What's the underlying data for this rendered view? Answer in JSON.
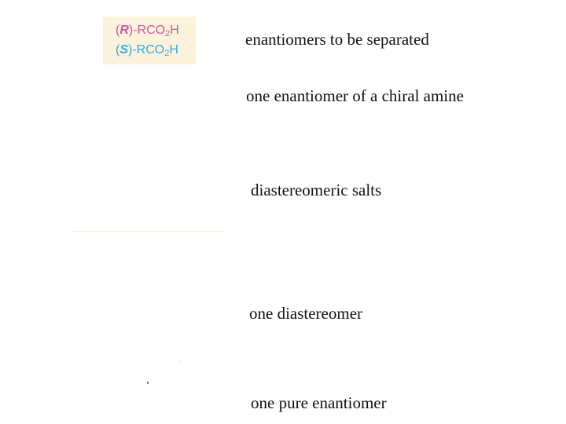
{
  "acid_mixture": {
    "r_acid": {
      "config": "R",
      "prefix": "(",
      "suffix": ")-RCO",
      "subscript": "2",
      "tail": "H"
    },
    "s_acid": {
      "config": "S",
      "prefix": "(",
      "suffix": ")-RCO",
      "subscript": "2",
      "tail": "H"
    }
  },
  "steps": {
    "enantiomers": "enantiomers to be separated",
    "resolving_agent": "one enantiomer of a chiral amine",
    "salts": "diastereomeric salts",
    "diastereomer": "one diastereomer",
    "pure_enantiomer": "one pure enantiomer"
  },
  "colors": {
    "acid_box_background": "#fdf3dc",
    "r_acid_text": "#c95aa5",
    "s_acid_text": "#2fa9df",
    "label_text": "#111111"
  }
}
